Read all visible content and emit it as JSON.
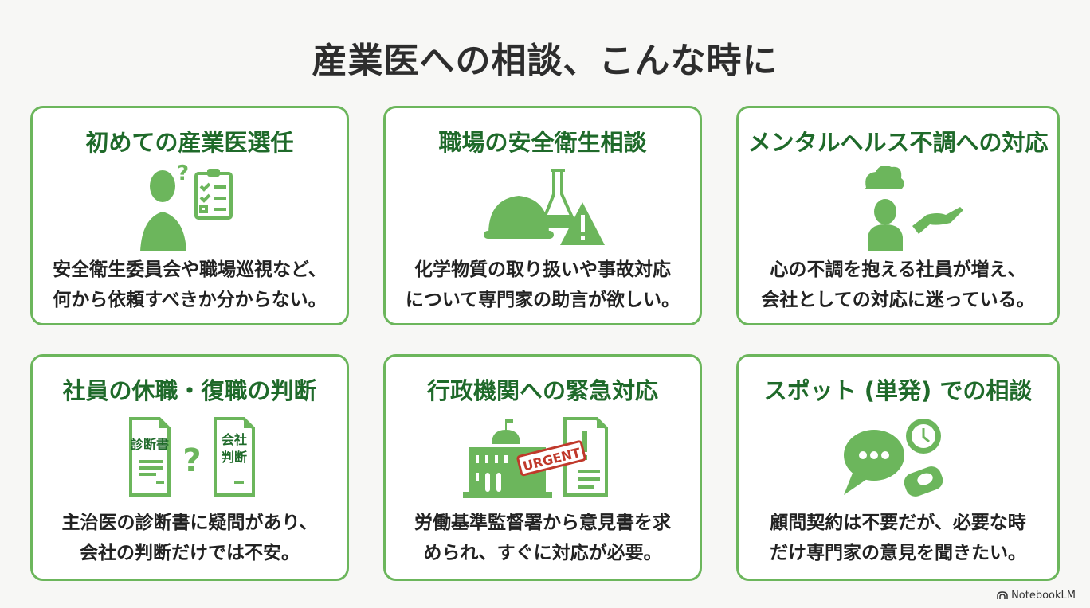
{
  "title": "産業医への相談、こんな時に",
  "accent_color": "#6cb65c",
  "title_color": "#1f6a2a",
  "cards": [
    {
      "title": "初めての産業医選任",
      "icon": "person-question-clipboard-icon",
      "lines": [
        "安全衛生委員会や職場巡視など、",
        "何から依頼すべきか分からない。"
      ]
    },
    {
      "title": "職場の安全衛生相談",
      "icon": "helmet-flask-warning-icon",
      "lines": [
        "化学物質の取り扱いや事故対応",
        "について専門家の助言が欲しい。"
      ]
    },
    {
      "title": "メンタルヘルス不調への対応",
      "icon": "person-cloud-hand-icon",
      "lines": [
        "心の不調を抱える社員が増え、",
        "会社としての対応に迷っている。"
      ]
    },
    {
      "title": "社員の休職・復職の判断",
      "icon": "documents-question-icon",
      "doc_left": "診断書",
      "doc_right": [
        "会社",
        "判断"
      ],
      "lines": [
        "主治医の診断書に疑問があり、",
        "会社の判断だけでは不安。"
      ]
    },
    {
      "title": "行政機関への緊急対応",
      "icon": "government-urgent-document-icon",
      "stamp": "URGENT",
      "lines": [
        "労働基準監督署から意見書を求",
        "められ、すぐに対応が必要。"
      ]
    },
    {
      "title": "スポット (単発) での相談",
      "icon": "chat-clock-money-icon",
      "lines": [
        "顧問契約は不要だが、必要な時",
        "だけ専門家の意見を聞きたい。"
      ]
    }
  ],
  "footer": {
    "brand": "NotebookLM"
  }
}
